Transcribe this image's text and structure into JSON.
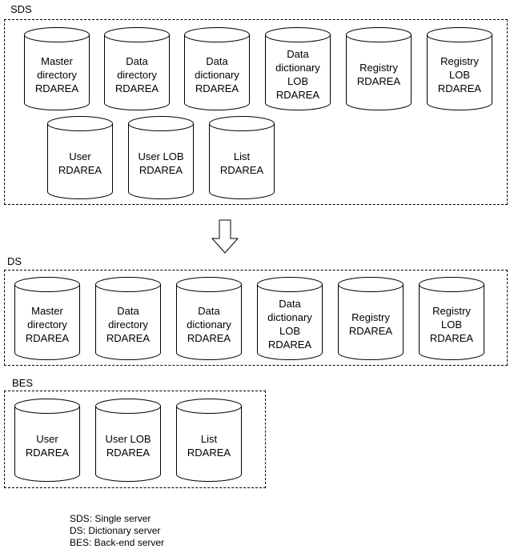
{
  "groups": [
    {
      "id": "sds",
      "label": "SDS",
      "items": [
        {
          "lines": [
            "Master",
            "directory",
            "RDAREA"
          ]
        },
        {
          "lines": [
            "Data",
            "directory",
            "RDAREA"
          ]
        },
        {
          "lines": [
            "Data",
            "dictionary",
            "RDAREA"
          ]
        },
        {
          "lines": [
            "Data",
            "dictionary",
            "LOB",
            "RDAREA"
          ]
        },
        {
          "lines": [
            "Registry",
            "RDAREA"
          ]
        },
        {
          "lines": [
            "Registry",
            "LOB",
            "RDAREA"
          ]
        },
        {
          "lines": [
            "User",
            "RDAREA"
          ]
        },
        {
          "lines": [
            "User LOB",
            "RDAREA"
          ]
        },
        {
          "lines": [
            "List",
            "RDAREA"
          ]
        }
      ]
    },
    {
      "id": "ds",
      "label": "DS",
      "items": [
        {
          "lines": [
            "Master",
            "directory",
            "RDAREA"
          ]
        },
        {
          "lines": [
            "Data",
            "directory",
            "RDAREA"
          ]
        },
        {
          "lines": [
            "Data",
            "dictionary",
            "RDAREA"
          ]
        },
        {
          "lines": [
            "Data",
            "dictionary",
            "LOB",
            "RDAREA"
          ]
        },
        {
          "lines": [
            "Registry",
            "RDAREA"
          ]
        },
        {
          "lines": [
            "Registry",
            "LOB",
            "RDAREA"
          ]
        }
      ]
    },
    {
      "id": "bes",
      "label": "BES",
      "items": [
        {
          "lines": [
            "User",
            "RDAREA"
          ]
        },
        {
          "lines": [
            "User LOB",
            "RDAREA"
          ]
        },
        {
          "lines": [
            "List",
            "RDAREA"
          ]
        }
      ]
    }
  ],
  "legend": [
    "SDS: Single server",
    "DS: Dictionary server",
    "BES: Back-end server"
  ]
}
